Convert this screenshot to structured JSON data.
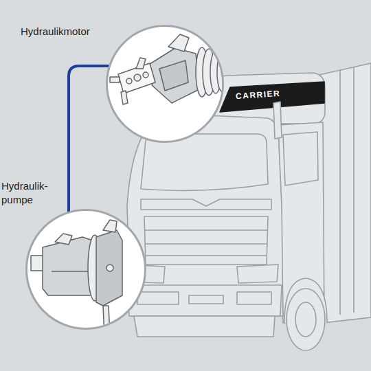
{
  "diagram": {
    "nodes": [
      {
        "text": [
          "Hydraulikmotor"
        ]
      },
      {
        "text": [
          "Hydraulik- pumpe"
        ]
      }
    ],
    "edges": [
      {
        "from": 0,
        "to": 1,
        "arrow": "none"
      }
    ],
    "labels": [
      "CARRIER"
    ]
  }
}
